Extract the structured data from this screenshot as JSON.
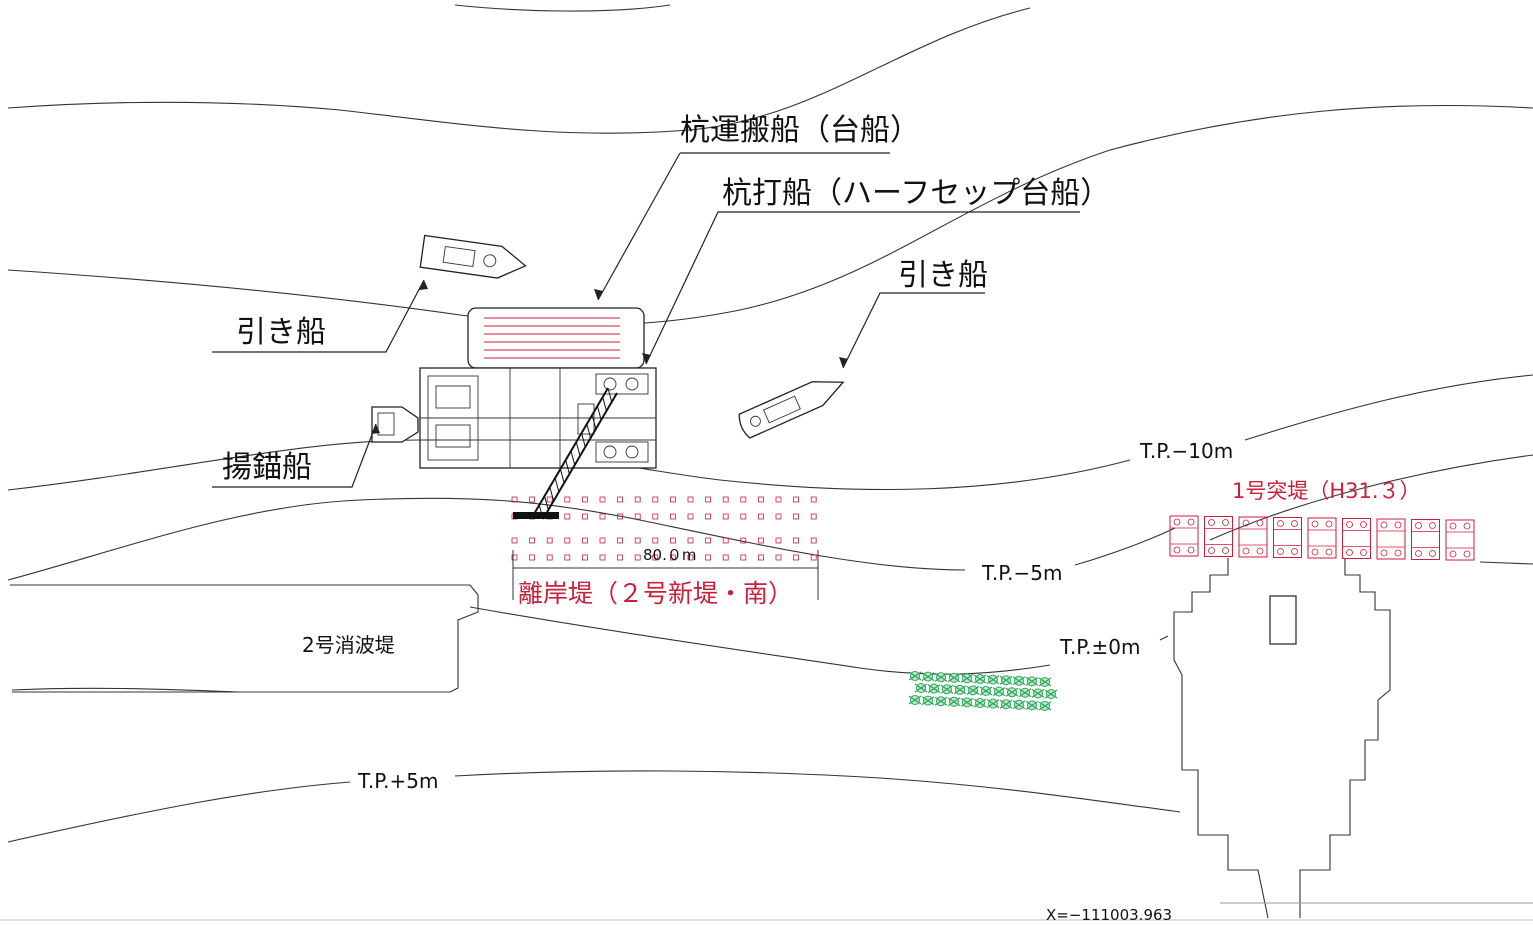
{
  "labels": {
    "pile_carrier": "杭運搬船（台船）",
    "pile_driver": "杭打船（ハーフセップ台船）",
    "tug_left": "引き船",
    "tug_right": "引き船",
    "anchor_boat": "揚錨船",
    "breakwater_2": "2号消波堤",
    "detached_breakwater": "離岸堤（２号新堤・南）",
    "jetty_1": "1号突堤（H31.３）",
    "dimension": "80.０m",
    "coordinate": "X=−111003.963"
  },
  "contours": {
    "tp_minus10": "T.P.−10m",
    "tp_minus5": "T.P.−5m",
    "tp_0": "T.P.±0m",
    "tp_plus5": "T.P.+5m"
  },
  "colors": {
    "line": "#222222",
    "planned": "#cc1f3a",
    "blocks": "#2aa55a"
  }
}
